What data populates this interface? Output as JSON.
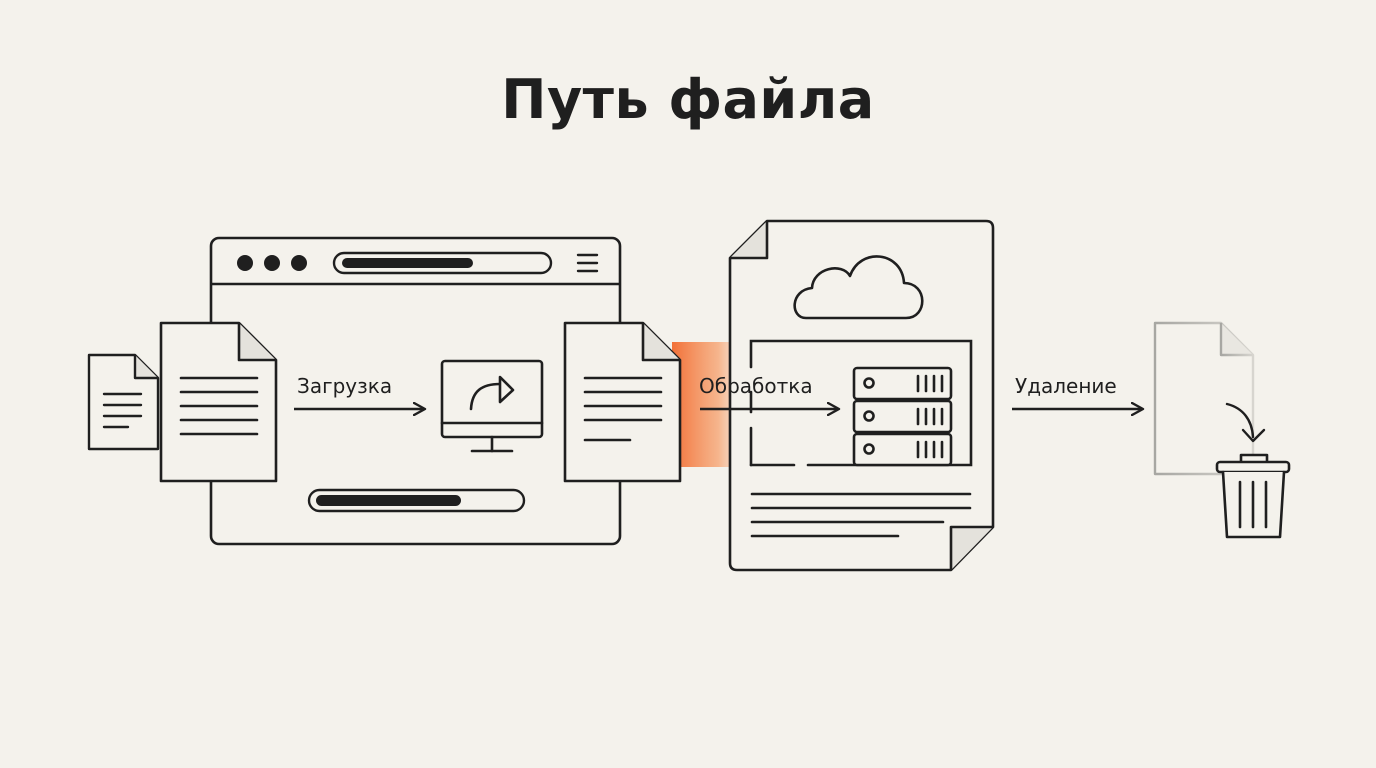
{
  "title": "Путь файла",
  "steps": {
    "upload": "Загрузка",
    "processing": "Обработка",
    "deletion": "Удаление"
  },
  "colors": {
    "background": "#f4f2ec",
    "stroke": "#1f1f1f",
    "card": "#f4f2ec",
    "accent": "#f26a2e",
    "faded": "#a8a8a4"
  },
  "icons": [
    "document-icon",
    "browser-window",
    "monitor-upload-icon",
    "cloud-icon",
    "server-icon",
    "trash-icon"
  ]
}
